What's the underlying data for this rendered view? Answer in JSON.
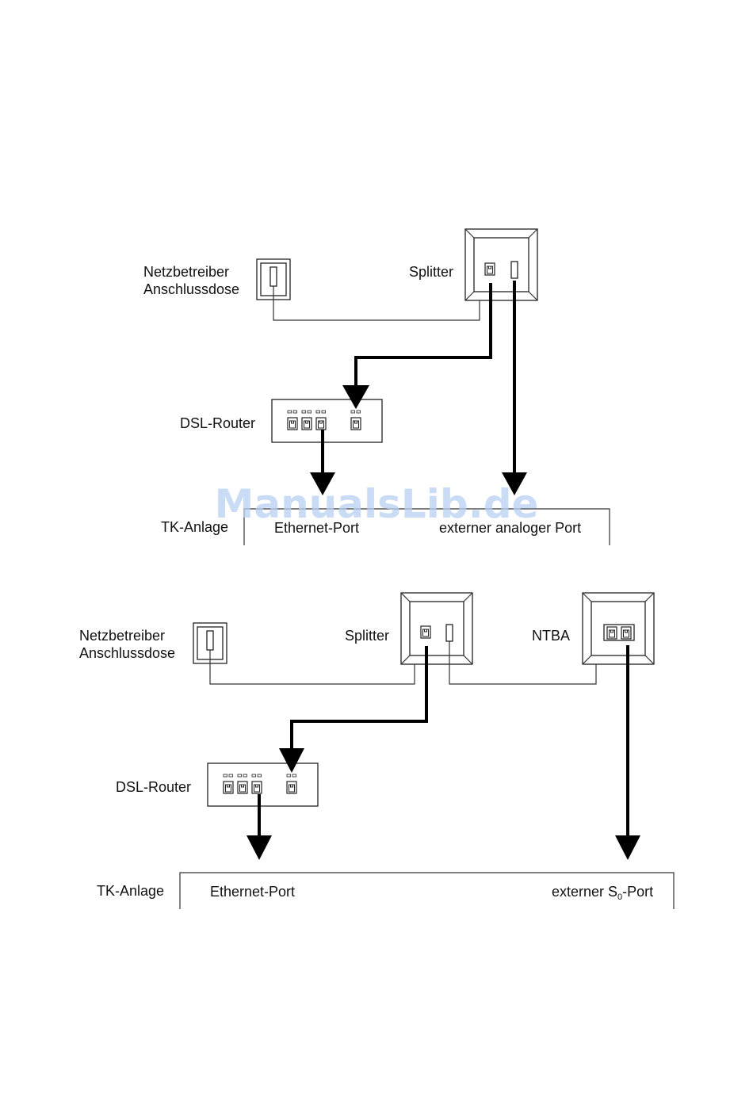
{
  "watermark": "ManualsLib.de",
  "diagram1": {
    "netz_line1": "Netzbetreiber",
    "netz_line2": "Anschlussdose",
    "splitter": "Splitter",
    "router": "DSL-Router",
    "tk": "TK-Anlage",
    "port_ethernet": "Ethernet-Port",
    "port_external": "externer analoger Port"
  },
  "diagram2": {
    "netz_line1": "Netzbetreiber",
    "netz_line2": "Anschlussdose",
    "splitter": "Splitter",
    "ntba": "NTBA",
    "router": "DSL-Router",
    "tk": "TK-Anlage",
    "port_ethernet": "Ethernet-Port",
    "port_external_prefix": "externer S",
    "port_external_sub": "0",
    "port_external_suffix": "-Port"
  }
}
